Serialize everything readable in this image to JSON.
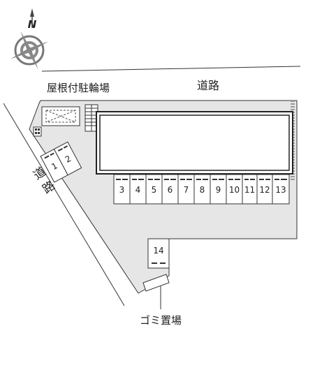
{
  "labels": {
    "compass_n": "N",
    "road_top": "道路",
    "road_left_1": "道",
    "road_left_2": "路",
    "bicycle_parking": "屋根付駐輪場",
    "garbage": "ゴミ置場"
  },
  "parking_spaces": {
    "left_row": [
      "1",
      "2"
    ],
    "bottom_row": [
      "3",
      "4",
      "5",
      "6",
      "7",
      "8",
      "9",
      "10",
      "11",
      "12",
      "13"
    ],
    "single": [
      "14"
    ]
  },
  "colors": {
    "lot": "#e6e6e6",
    "line": "#333333",
    "building_fill": "#ffffff"
  }
}
